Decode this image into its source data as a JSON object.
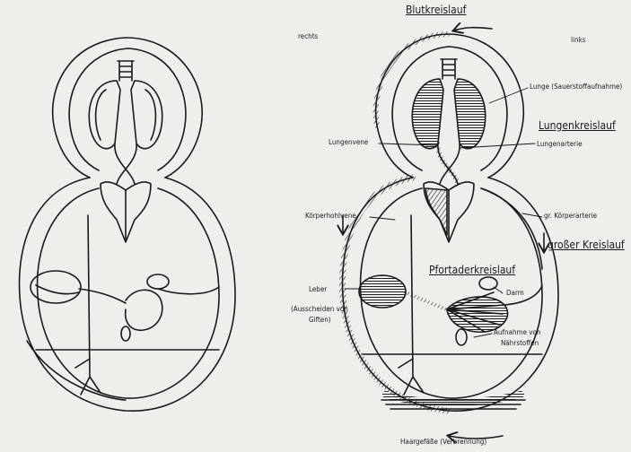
{
  "title": "Blutkreislauf",
  "side_right": "rechts",
  "side_left": "links",
  "labels": {
    "lunge": "Lunge (Sauerstoffaufnahme)",
    "lungenkreislauf": "Lungenkreislauf",
    "lungenvene": "Lungenvene",
    "lungenarterie": "Lungenarterie",
    "koerperhohlvene": "Körperhohlvene",
    "koerperarterie": "gr. Körperarterie",
    "grosser_kreislauf": "großer Kreislauf",
    "pfortaderkreislauf": "Pfortaderkreislauf",
    "leber": "Leber",
    "ausscheiden_1": "(Ausscheiden von",
    "ausscheiden_2": "Giften)",
    "darm": "Darm",
    "aufnahme_1": "Aufnahme von",
    "aufnahme_2": "Nährstoffen",
    "haargefaesse": "Haargefäße (Verbrennung)"
  },
  "colors": {
    "line": "#1a1a1a",
    "paper": "#eeeeea"
  }
}
